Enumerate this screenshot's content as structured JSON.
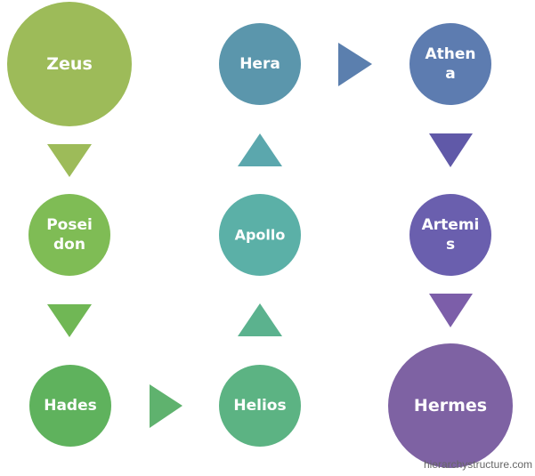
{
  "nodes": [
    {
      "id": "zeus",
      "lines": [
        "Zeus"
      ],
      "color": "#9dbb59"
    },
    {
      "id": "poseidon",
      "lines": [
        "Posei",
        "don"
      ],
      "color": "#7fbc55"
    },
    {
      "id": "hades",
      "lines": [
        "Hades"
      ],
      "color": "#5fb25d"
    },
    {
      "id": "helios",
      "lines": [
        "Helios"
      ],
      "color": "#5cb383"
    },
    {
      "id": "apollo",
      "lines": [
        "Apollo"
      ],
      "color": "#5bb0a7"
    },
    {
      "id": "hera",
      "lines": [
        "Hera"
      ],
      "color": "#5b96ac"
    },
    {
      "id": "athena",
      "lines": [
        "Athen",
        "a"
      ],
      "color": "#5d7cb0"
    },
    {
      "id": "artemis",
      "lines": [
        "Artemi",
        "s"
      ],
      "color": "#6a5fae"
    },
    {
      "id": "hermes",
      "lines": [
        "Hermes"
      ],
      "color": "#7e62a3"
    }
  ],
  "arrows": [
    {
      "from": "zeus",
      "to": "poseidon",
      "direction": "down",
      "color": "#9dbb59"
    },
    {
      "from": "poseidon",
      "to": "hades",
      "direction": "down",
      "color": "#70b755"
    },
    {
      "from": "hades",
      "to": "helios",
      "direction": "right",
      "color": "#5fb26e"
    },
    {
      "from": "helios",
      "to": "apollo",
      "direction": "up",
      "color": "#5bb28e"
    },
    {
      "from": "apollo",
      "to": "hera",
      "direction": "up",
      "color": "#5ba7ad"
    },
    {
      "from": "hera",
      "to": "athena",
      "direction": "right",
      "color": "#5b7fae"
    },
    {
      "from": "athena",
      "to": "artemis",
      "direction": "down",
      "color": "#6059a8"
    },
    {
      "from": "artemis",
      "to": "hermes",
      "direction": "down",
      "color": "#7c5ea9"
    }
  ],
  "watermark": "hierarchystructure.com"
}
